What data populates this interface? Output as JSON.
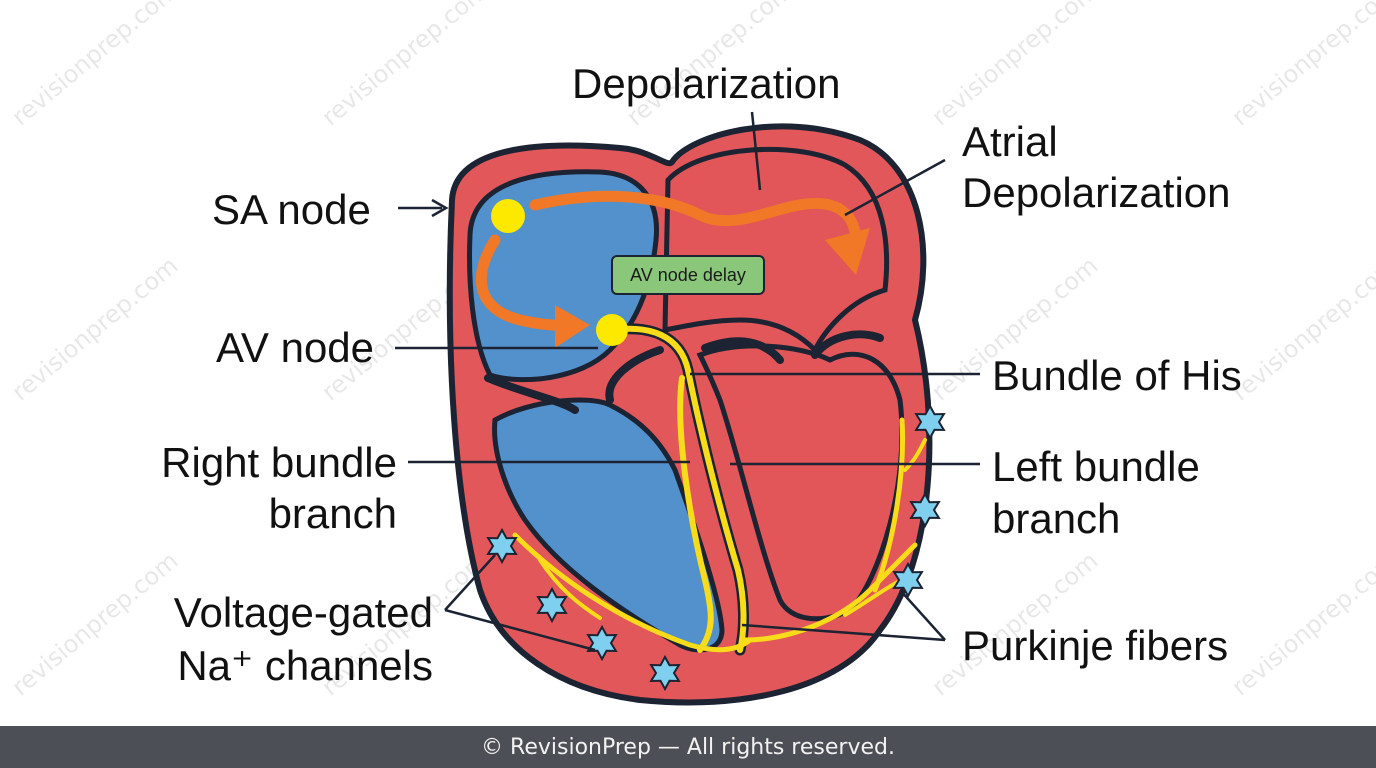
{
  "labels": {
    "depolarization": "Depolarization",
    "atrial_line1": "Atrial",
    "atrial_line2": "Depolarization",
    "sa_node": "SA node",
    "av_node_delay": "AV node delay",
    "av_node": "AV node",
    "bundle_of_his": "Bundle of His",
    "right_bundle_line1": "Right bundle",
    "right_bundle_line2": "branch",
    "left_bundle_line1": "Left bundle",
    "left_bundle_line2": "branch",
    "voltage_line1": "Voltage-gated",
    "voltage_line2": "Na⁺ channels",
    "purkinje": "Purkinje fibers"
  },
  "watermark": "revisionprep.com",
  "footer": {
    "text": "© RevisionPrep — All rights reserved."
  },
  "colors": {
    "heart_wall": "#e2575a",
    "right_chamber": "#5291cc",
    "left_chamber": "#e25558",
    "outline": "#1c2333",
    "conduction_path": "#f8dc1a",
    "node": "#fde800",
    "arrow": "#f07826",
    "delay_box": "#8ac77b",
    "channel_star": "#7fd0ee",
    "footer_bg": "#4c4f55"
  }
}
